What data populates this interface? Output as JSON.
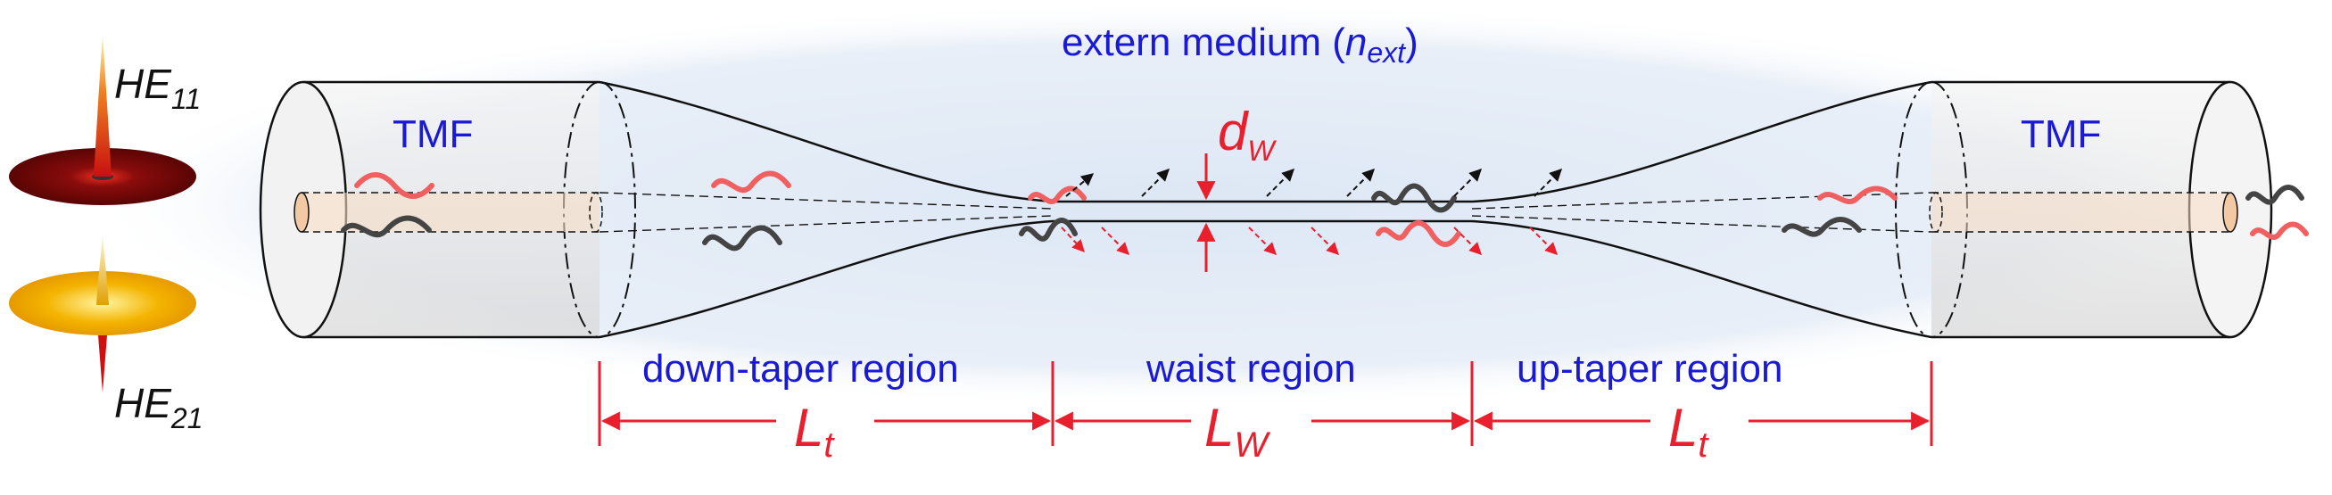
{
  "labels": {
    "medium": "extern medium (",
    "medium_n": "n",
    "medium_sub": "ext",
    "medium_close": ")",
    "tmf_left": "TMF",
    "tmf_right": "TMF",
    "dw_main": "d",
    "dw_sub": "W",
    "region_down": "down-taper region",
    "region_waist": "waist region",
    "region_up": "up-taper region",
    "lt_main": "L",
    "lt_sub": "t",
    "lw_main": "L",
    "lw_sub": "W",
    "mode1_main": "HE",
    "mode1_sub": "11",
    "mode2_main": "HE",
    "mode2_sub": "21"
  },
  "colors": {
    "label_blue": "#1a1ad6",
    "accent_red": "#e8202e",
    "medium_fill": "#dbe6f4",
    "mode1_disk": "#7a0a0a",
    "mode2_disk": "#f2b000",
    "fiber_outline": "#111111"
  }
}
